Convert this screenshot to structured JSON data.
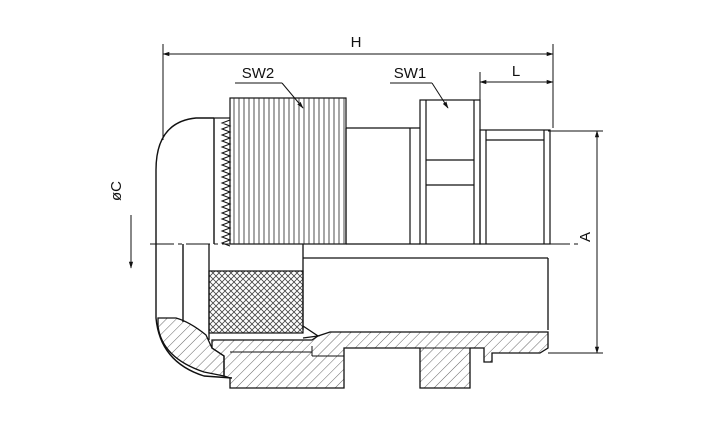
{
  "diagram": {
    "type": "technical-drawing",
    "subject": "cable gland cross-section",
    "labels": {
      "overall_length": "H",
      "thread_length": "L",
      "dome_wrench": "SW2",
      "body_wrench": "SW1",
      "cable_diameter": "øC",
      "thread_diameter": "A"
    },
    "colors": {
      "line": "#111111",
      "background": "#ffffff",
      "hatch": "#555555"
    }
  }
}
